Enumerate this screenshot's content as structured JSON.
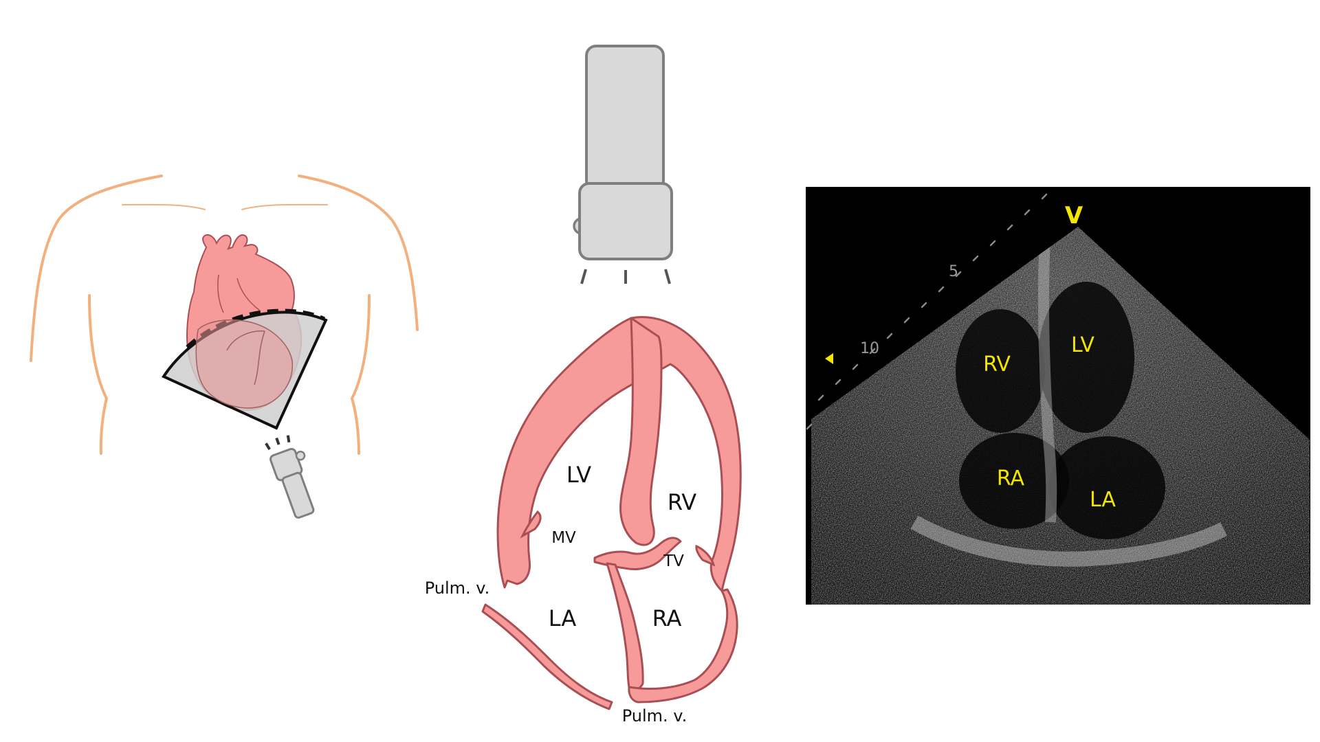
{
  "colors": {
    "skin": "#f2b07e",
    "heart_fill": "#f79a9a",
    "heart_stroke": "#a94f54",
    "probe_fill": "#d9d9d9",
    "probe_stroke": "#7f7f7f",
    "sector_fill": "#d4d4d4",
    "echo_bg": "#000000",
    "echo_label": "#f2e600"
  },
  "icons": {
    "probe_small": "ultrasound-probe-icon",
    "probe_large": "ultrasound-probe-icon",
    "torso": "human-torso-icon",
    "heart": "heart-icon"
  },
  "diagram": {
    "chambers": {
      "lv": "LV",
      "rv": "RV",
      "la": "LA",
      "ra": "RA"
    },
    "valves": {
      "mv": "MV",
      "tv": "TV"
    },
    "vessels": {
      "pulm_left": "Pulm. v.",
      "pulm_bottom": "Pulm. v."
    }
  },
  "echo": {
    "orientation_marker": "V",
    "depth_5": "5",
    "depth_10": "10",
    "labels": {
      "rv": "RV",
      "lv": "LV",
      "ra": "RA",
      "la": "LA"
    }
  }
}
